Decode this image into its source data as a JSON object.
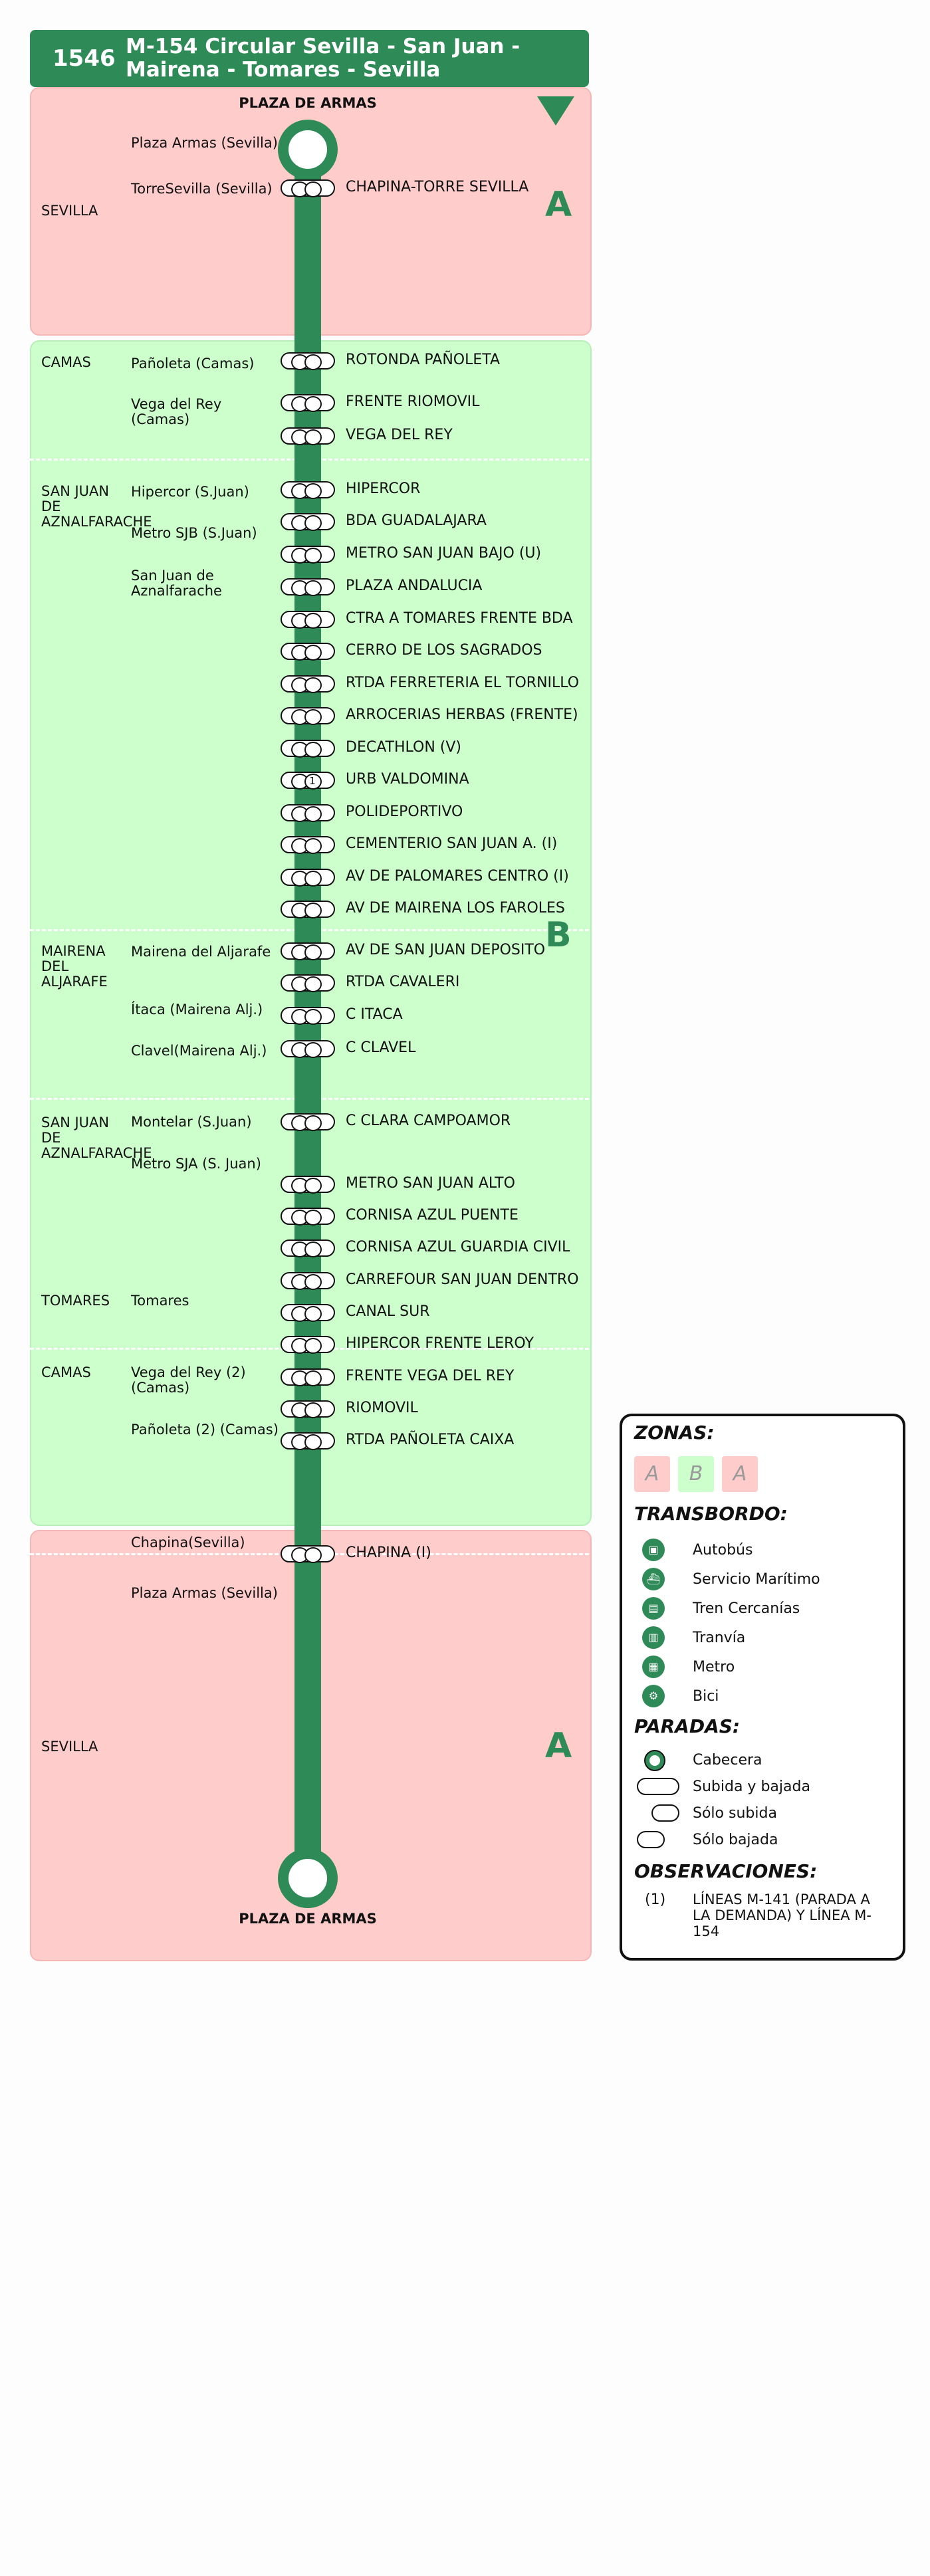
{
  "header": {
    "code": "1546",
    "title_line1": "M-154  Circular Sevilla - San Juan -",
    "title_line2": "Mairena - Tomares - Sevilla"
  },
  "termini": {
    "top": "PLAZA DE ARMAS",
    "bottom": "PLAZA DE ARMAS"
  },
  "zones": {
    "a_top": "A",
    "b": "B",
    "a_bottom": "A"
  },
  "municipalities": [
    "SEVILLA",
    "CAMAS",
    "SAN JUAN DE AZNALFARACHE",
    "MAIRENA DEL ALJARAFE",
    "SAN JUAN DE AZNALFARACHE",
    "TOMARES",
    "CAMAS",
    "SEVILLA"
  ],
  "localities": [
    "Plaza Armas (Sevilla)",
    "TorreSevilla (Sevilla)",
    "Pañoleta (Camas)",
    "Vega del Rey (Camas)",
    "Hipercor (S.Juan)",
    "Metro SJB (S.Juan)",
    "San Juan de Aznalfarache",
    "Mairena del Aljarafe",
    "Ítaca (Mairena Alj.)",
    "Clavel(Mairena Alj.)",
    "Montelar (S.Juan)",
    "Metro SJA (S. Juan)",
    "Tomares",
    "Vega del Rey (2) (Camas)",
    "Pañoleta (2) (Camas)",
    "Chapina(Sevilla)",
    "Plaza Armas (Sevilla)"
  ],
  "stops": [
    {
      "name": "CHAPINA-TORRE SEVILLA",
      "mark": ""
    },
    {
      "name": "ROTONDA PAÑOLETA",
      "mark": ""
    },
    {
      "name": "FRENTE RIOMOVIL",
      "mark": ""
    },
    {
      "name": "VEGA DEL REY",
      "mark": ""
    },
    {
      "name": "HIPERCOR",
      "mark": ""
    },
    {
      "name": "BDA GUADALAJARA",
      "mark": ""
    },
    {
      "name": "METRO SAN JUAN BAJO (U)",
      "mark": ""
    },
    {
      "name": "PLAZA ANDALUCIA",
      "mark": ""
    },
    {
      "name": "CTRA A TOMARES FRENTE BDA",
      "mark": ""
    },
    {
      "name": "CERRO DE LOS SAGRADOS",
      "mark": ""
    },
    {
      "name": "RTDA FERRETERIA EL TORNILLO",
      "mark": ""
    },
    {
      "name": "ARROCERIAS HERBAS (FRENTE)",
      "mark": ""
    },
    {
      "name": "DECATHLON (V)",
      "mark": ""
    },
    {
      "name": "URB VALDOMINA",
      "mark": "1"
    },
    {
      "name": "POLIDEPORTIVO",
      "mark": ""
    },
    {
      "name": "CEMENTERIO SAN JUAN A. (I)",
      "mark": ""
    },
    {
      "name": "AV DE PALOMARES CENTRO (I)",
      "mark": ""
    },
    {
      "name": "AV DE MAIRENA LOS FAROLES",
      "mark": ""
    },
    {
      "name": "AV DE SAN JUAN DEPOSITO",
      "mark": ""
    },
    {
      "name": "RTDA CAVALERI",
      "mark": ""
    },
    {
      "name": "C ITACA",
      "mark": ""
    },
    {
      "name": "C CLAVEL",
      "mark": ""
    },
    {
      "name": "C CLARA CAMPOAMOR",
      "mark": ""
    },
    {
      "name": "METRO SAN JUAN ALTO",
      "mark": ""
    },
    {
      "name": "CORNISA AZUL PUENTE",
      "mark": ""
    },
    {
      "name": "CORNISA AZUL GUARDIA CIVIL",
      "mark": ""
    },
    {
      "name": "CARREFOUR SAN JUAN DENTRO",
      "mark": ""
    },
    {
      "name": "CANAL SUR",
      "mark": ""
    },
    {
      "name": "HIPERCOR FRENTE LEROY",
      "mark": ""
    },
    {
      "name": "FRENTE VEGA DEL REY",
      "mark": ""
    },
    {
      "name": "RIOMOVIL",
      "mark": ""
    },
    {
      "name": "RTDA PAÑOLETA CAIXA",
      "mark": ""
    },
    {
      "name": "CHAPINA (I)",
      "mark": ""
    }
  ],
  "legend": {
    "zonas_title": "ZONAS:",
    "zone_boxes": [
      "A",
      "B",
      "A"
    ],
    "transbordo_title": "TRANSBORDO:",
    "transbordo": [
      "Autobús",
      "Servicio Marítimo",
      "Tren Cercanías",
      "Tranvía",
      "Metro",
      "Bici"
    ],
    "paradas_title": "PARADAS:",
    "paradas": [
      "Cabecera",
      "Subida y bajada",
      "Sólo subida",
      "Sólo bajada"
    ],
    "observaciones_title": "OBSERVACIONES:",
    "obs_num": "(1)",
    "obs_text": "LÍNEAS M-141 (PARADA A LA DEMANDA) Y LÍNEA M-154"
  },
  "colors": {
    "brand_green": "#2e8b57",
    "zone_a": "#ffcccc",
    "zone_b": "#ccffcc"
  }
}
